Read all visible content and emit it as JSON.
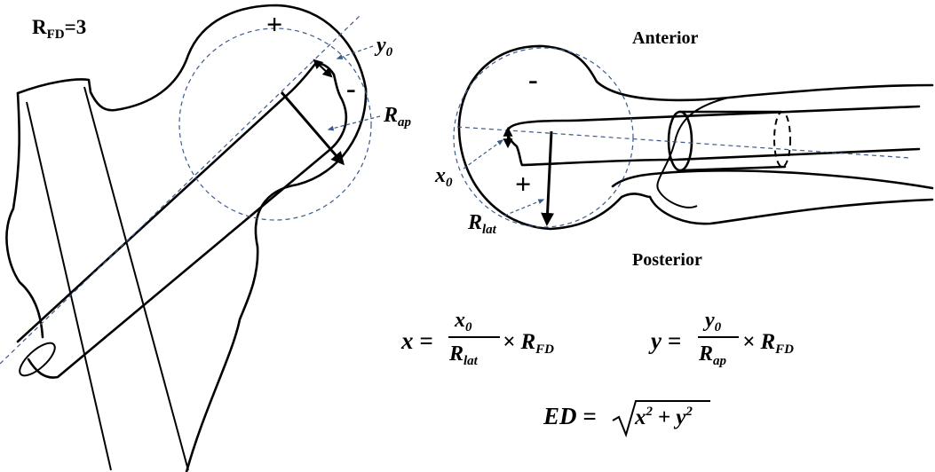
{
  "labels": {
    "rfd_main": "R",
    "rfd_sub": "FD",
    "rfd_value": "=3",
    "anterior": "Anterior",
    "posterior": "Posterior",
    "y0_main": "y",
    "y0_sub": "0",
    "x0_main": "x",
    "x0_sub": "0",
    "rap_main": "R",
    "rap_sub": "ap",
    "rlat_main": "R",
    "rlat_sub": "lat",
    "plus": "+",
    "minus": "-"
  },
  "equations": {
    "eq_x_lhs": "x =",
    "eq_x_num_main": "x",
    "eq_x_num_sub": "0",
    "eq_x_den_main": "R",
    "eq_x_den_sub": "lat",
    "eq_x_times": "× R",
    "eq_x_times_sub": "FD",
    "eq_y_lhs": "y =",
    "eq_y_num_main": "y",
    "eq_y_num_sub": "0",
    "eq_y_den_main": "R",
    "eq_y_den_sub": "ap",
    "eq_y_times": "× R",
    "eq_y_times_sub": "FD",
    "ed_lhs": "ED =",
    "ed_x": "x",
    "ed_x_sup": "2",
    "ed_plus": "+",
    "ed_y": "y",
    "ed_y_sup": "2"
  },
  "colors": {
    "stroke": "#000000",
    "dashed_guides": "#3b5a8c",
    "background": "#ffffff"
  }
}
